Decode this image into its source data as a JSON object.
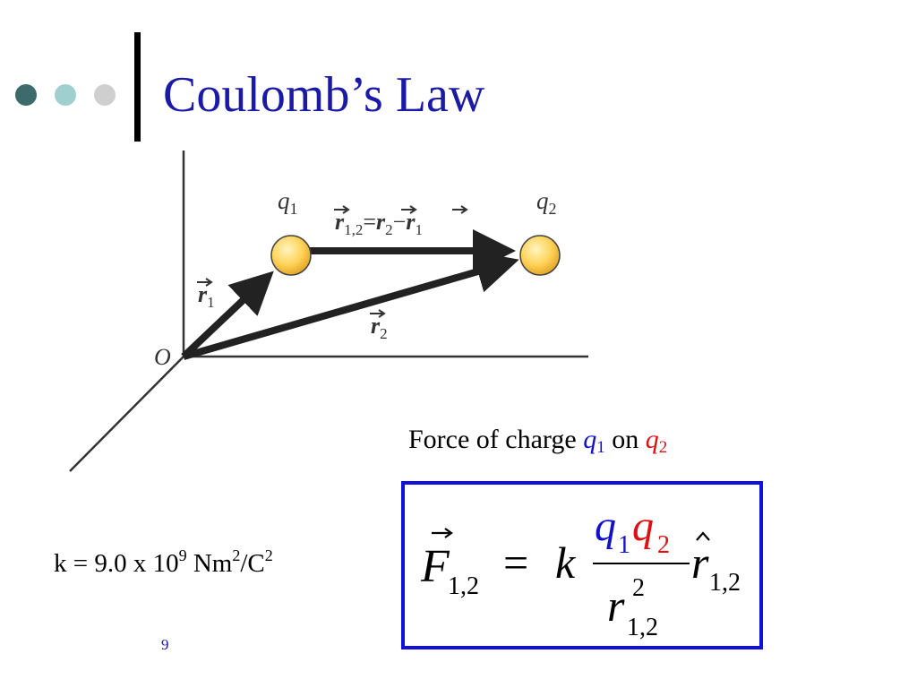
{
  "slide": {
    "title": "Coulomb’s Law",
    "page_number": "9",
    "colors": {
      "title": "#1a1aa6",
      "dot_dark": "#3d6b6b",
      "dot_mid": "#9fcfcf",
      "dot_light": "#cfcfcf",
      "box_border": "#1111dd",
      "q1": "#1111cc",
      "q2": "#dd1111",
      "charge_fill": "#ffd45a"
    }
  },
  "diagram": {
    "origin_label": "O",
    "q1": {
      "symbol": "q",
      "sub": "1"
    },
    "q2": {
      "symbol": "q",
      "sub": "2"
    },
    "r1": {
      "symbol": "r",
      "sub": "1"
    },
    "r2": {
      "symbol": "r",
      "sub": "2"
    },
    "r12": {
      "symbol": "r",
      "sub": "1,2",
      "equals": "=",
      "minus": "−"
    }
  },
  "caption": {
    "prefix": "Force of charge ",
    "q1_symbol": "q",
    "q1_sub": "1",
    "middle": " on ",
    "q2_symbol": "q",
    "q2_sub": "2"
  },
  "constant": {
    "text_start": "k = 9.0 x 10",
    "exp1": "9",
    "text_mid": " Nm",
    "exp2": "2",
    "text_mid2": "/C",
    "exp3": "2"
  },
  "formula": {
    "F": "F",
    "F_sub": "1,2",
    "equals": "=",
    "k": "k",
    "num_q1": "q",
    "num_q1_sub": "1",
    "num_q2": "q",
    "num_q2_sub": "2",
    "den_r": "r",
    "den_sup": "2",
    "den_sub": "1,2",
    "rhat": "r",
    "rhat_sub": "1,2"
  }
}
